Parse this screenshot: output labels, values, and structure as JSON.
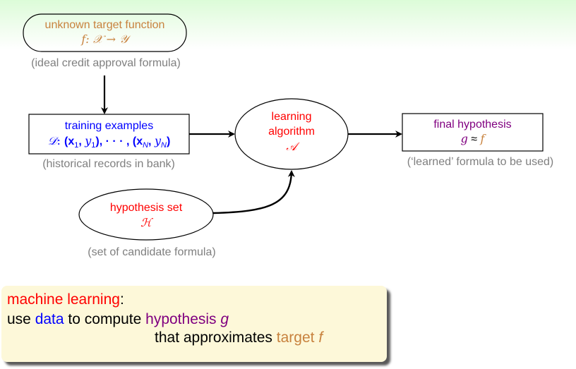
{
  "colors": {
    "target": "#c8823e",
    "data": "#0000ff",
    "learning": "#ff0000",
    "hypothesis": "#800080",
    "caption": "#7f7f7f",
    "callout_bg": "#fdf8d9",
    "header_gradient": "#dcfcd8"
  },
  "target_node": {
    "title": "unknown target function",
    "formula_f": "f",
    "formula_rest": ": 𝒳 → 𝒴",
    "caption": "(ideal credit approval formula)"
  },
  "training_node": {
    "title": "training examples",
    "formula_D": "𝒟",
    "formula_rest": ": (x₁, y₁), · · · , (x_N, y_N)",
    "x1": "x",
    "sub1": "1",
    "y1": "y",
    "xN": "x",
    "subN": "N",
    "yN": "y",
    "caption": "(historical records in bank)"
  },
  "algorithm_node": {
    "line1": "learning",
    "line2": "algorithm",
    "symbol": "𝒜"
  },
  "final_node": {
    "title": "final hypothesis",
    "g": "g",
    "approx": "≈",
    "f": "f",
    "caption": "(‘learned’ formula to be used)"
  },
  "hypothesis_node": {
    "title": "hypothesis set",
    "symbol": "ℋ",
    "caption": "(set of candidate formula)"
  },
  "callout": {
    "line1_term": "machine learning",
    "line1_colon": ":",
    "line2_pre": "use ",
    "line2_data": "data",
    "line2_mid": " to compute ",
    "line2_hyp": "hypothesis",
    "line2_g": "g",
    "line3_pre": "that approximates ",
    "line3_target": "target",
    "line3_f": "f"
  }
}
